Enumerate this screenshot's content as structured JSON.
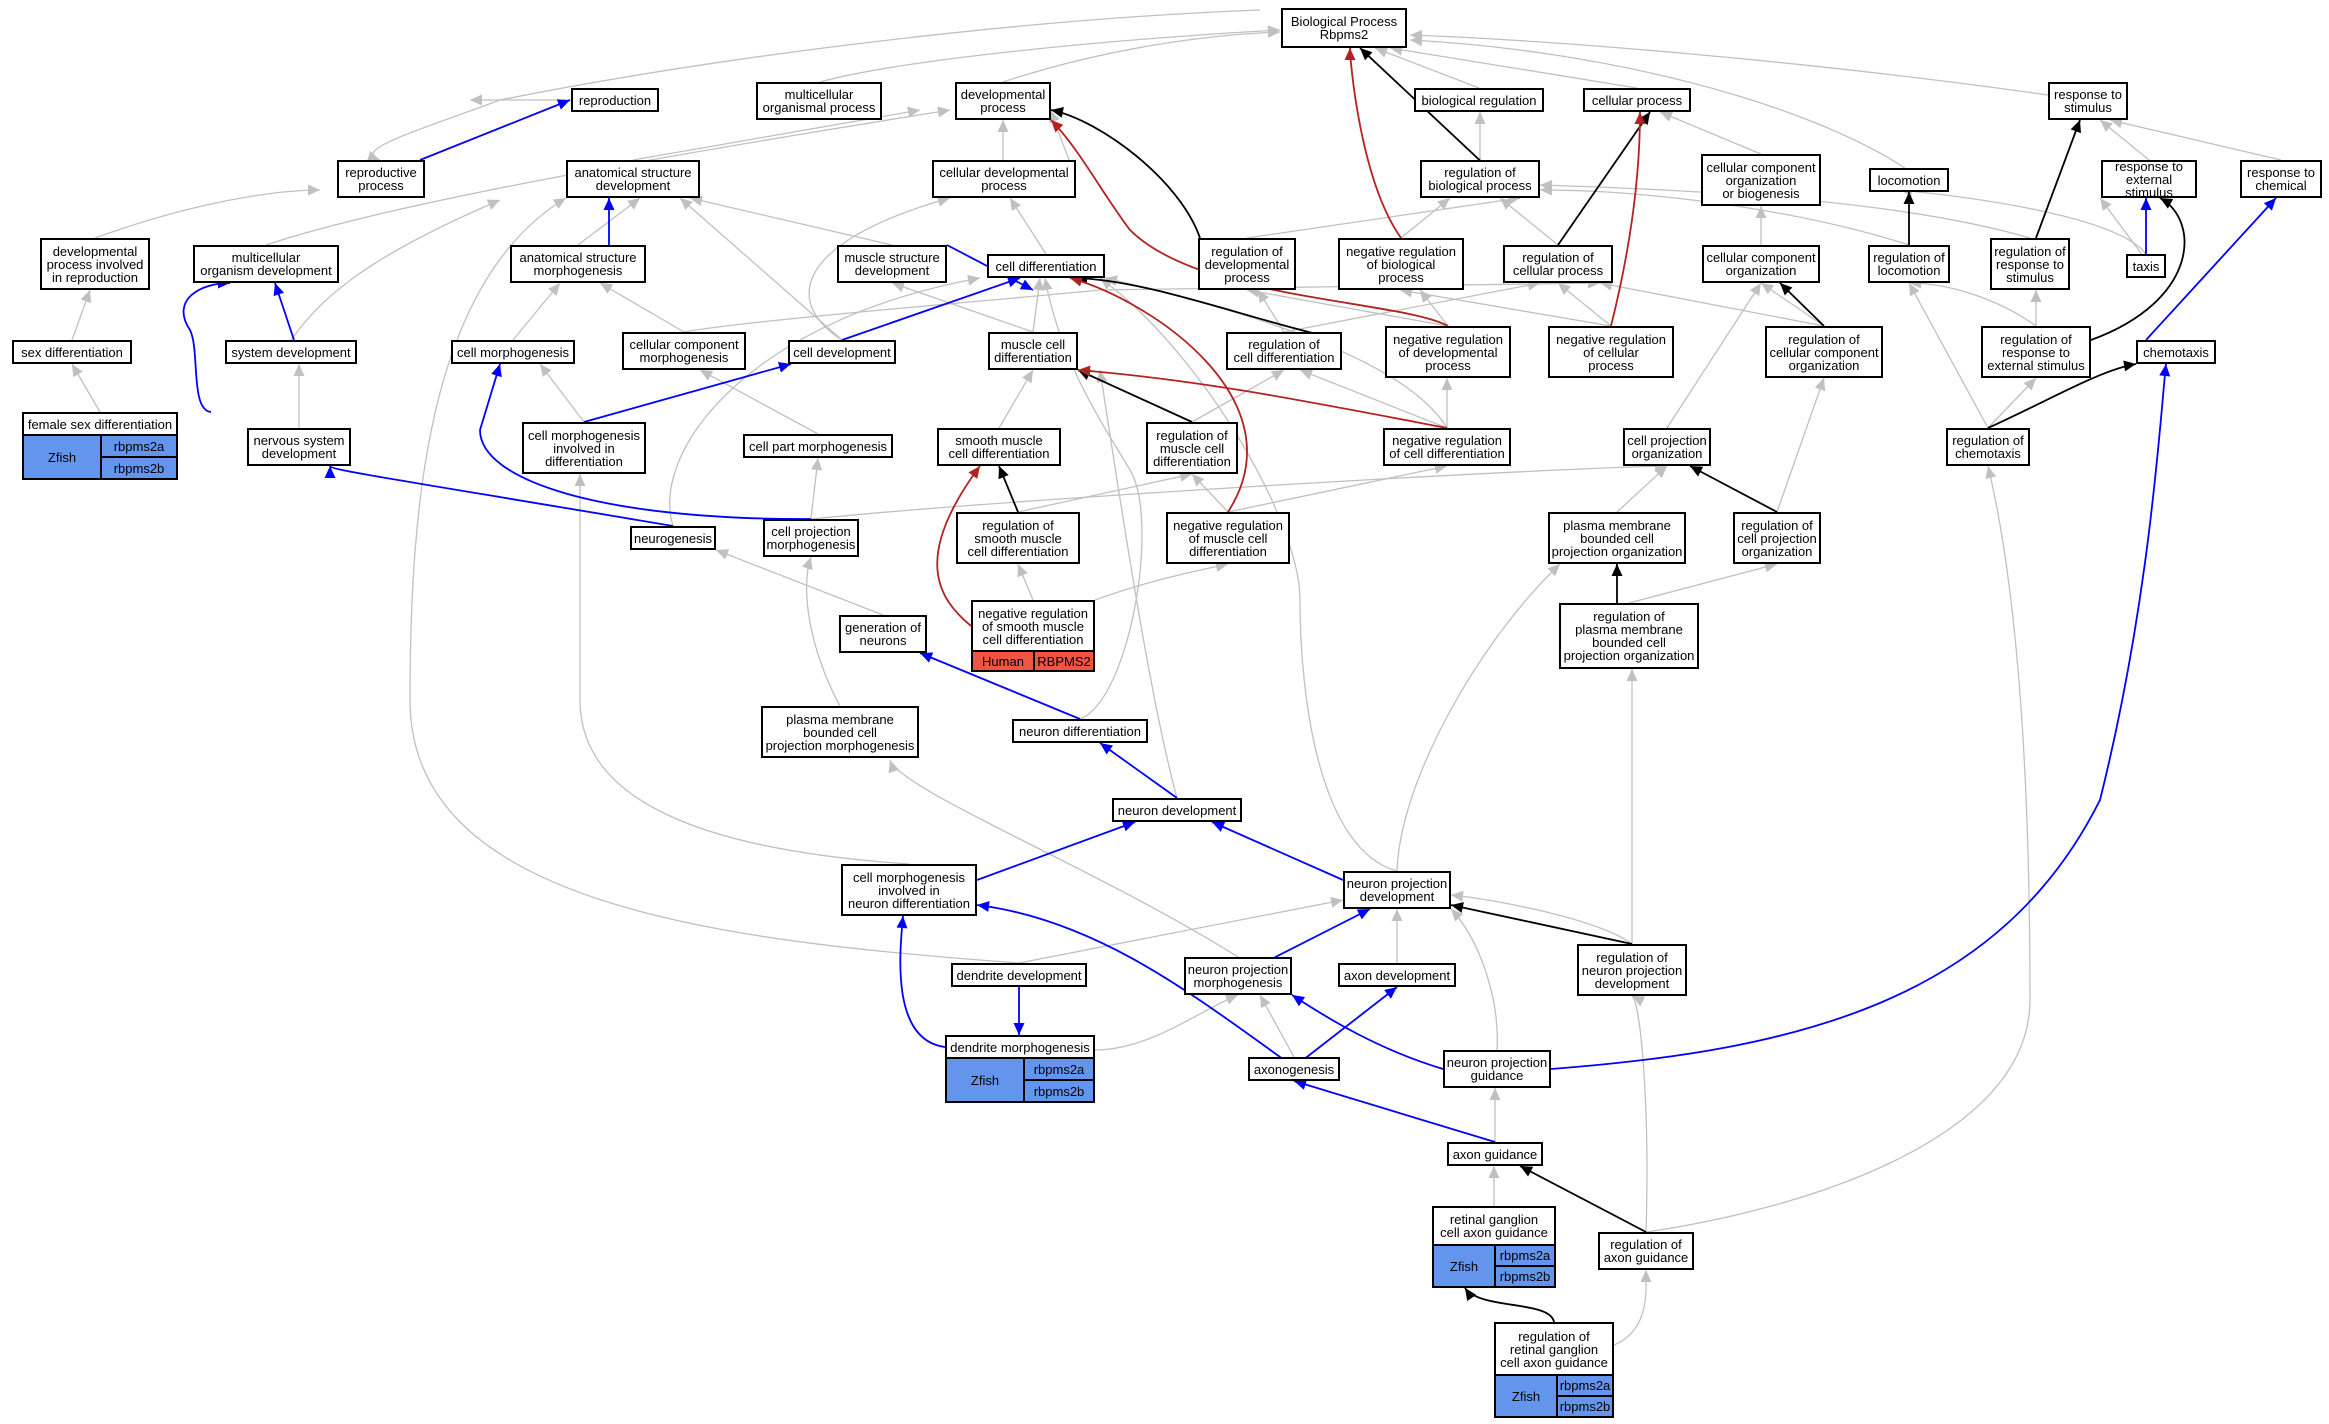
{
  "colors": {
    "gray": "#c0c0c0",
    "black": "#000000",
    "blue": "#0000ff",
    "red": "#b22222",
    "zfish": "#6495ed",
    "human": "#ee5544"
  },
  "nodes": {
    "bp": "Biological Process\nRbpms2",
    "reproduction": "reproduction",
    "multicellular_organismal_process": "multicellular\norganismal process",
    "developmental_process": "developmental\nprocess",
    "biological_regulation": "biological regulation",
    "cellular_process": "cellular process",
    "response_to_stimulus": "response to\nstimulus",
    "reproductive_process": "reproductive\nprocess",
    "anatomical_structure_development": "anatomical structure\ndevelopment",
    "cellular_developmental_process": "cellular developmental\nprocess",
    "regulation_of_biological_process": "regulation of\nbiological process",
    "ccob": "cellular component\norganization\nor biogenesis",
    "locomotion": "locomotion",
    "response_to_external_stimulus": "response to\nexternal stimulus",
    "response_to_chemical": "response to\nchemical",
    "dev_process_reproduction": "developmental\nprocess involved\nin reproduction",
    "multicellular_organism_development": "multicellular\norganism development",
    "anatomical_structure_morphogenesis": "anatomical structure\nmorphogenesis",
    "muscle_structure_development": "muscle structure\ndevelopment",
    "cell_differentiation": "cell differentiation",
    "regulation_of_developmental_process": "regulation of\ndevelopmental\nprocess",
    "negative_regulation_of_biological_process": "negative regulation\nof biological\nprocess",
    "regulation_of_cellular_process": "regulation of\ncellular process",
    "cellular_component_organization": "cellular component\norganization",
    "regulation_of_locomotion": "regulation of\nlocomotion",
    "regulation_of_response_to_stimulus": "regulation of\nresponse to\nstimulus",
    "taxis": "taxis",
    "sex_differentiation": "sex differentiation",
    "system_development": "system development",
    "cell_morphogenesis": "cell morphogenesis",
    "cellular_component_morphogenesis": "cellular component\nmorphogenesis",
    "cell_development": "cell development",
    "muscle_cell_differentiation": "muscle cell\ndifferentiation",
    "regulation_of_cell_differentiation": "regulation of\ncell differentiation",
    "negative_regulation_of_developmental_process": "negative regulation\nof developmental\nprocess",
    "negative_regulation_of_cellular_process": "negative regulation\nof cellular\nprocess",
    "regulation_of_cellular_component_organization": "regulation of\ncellular component\norganization",
    "regulation_of_response_to_external_stimulus": "regulation of\nresponse to\nexternal stimulus",
    "chemotaxis": "chemotaxis",
    "female_sex_differentiation": "female sex differentiation",
    "nervous_system_development": "nervous system\ndevelopment",
    "cell_morphogenesis_differentiation": "cell morphogenesis\ninvolved in\ndifferentiation",
    "cell_part_morphogenesis": "cell part morphogenesis",
    "smooth_muscle_cell_differentiation": "smooth muscle\ncell differentiation",
    "regulation_of_muscle_cell_differentiation": "regulation of\nmuscle cell\ndifferentiation",
    "negative_regulation_of_cell_differentiation": "negative regulation\nof cell differentiation",
    "cell_projection_organization": "cell projection\norganization",
    "regulation_of_chemotaxis": "regulation of\nchemotaxis",
    "neurogenesis": "neurogenesis",
    "cell_projection_morphogenesis": "cell projection\nmorphogenesis",
    "regulation_of_smooth_muscle_cell_differentiation": "regulation of\nsmooth muscle\ncell differentiation",
    "negative_regulation_of_muscle_cell_differentiation": "negative regulation\nof muscle cell\ndifferentiation",
    "plasma_membrane_bounded_cell_projection_organization": "plasma membrane\nbounded cell\nprojection organization",
    "regulation_of_cell_projection_organization": "regulation of\ncell projection\norganization",
    "negative_regulation_of_smooth_muscle_cell_differentiation": "negative regulation\nof smooth muscle\ncell differentiation",
    "generation_of_neurons": "generation of\nneurons",
    "regulation_of_pmbcpo": "regulation of\nplasma membrane\nbounded cell\nprojection organization",
    "pmbcp_morphogenesis": "plasma membrane\nbounded cell\nprojection morphogenesis",
    "neuron_differentiation": "neuron differentiation",
    "neuron_development": "neuron development",
    "cell_morphogenesis_neuron_differentiation": "cell morphogenesis\ninvolved in\nneuron differentiation",
    "neuron_projection_development": "neuron projection\ndevelopment",
    "dendrite_development": "dendrite development",
    "neuron_projection_morphogenesis": "neuron projection\nmorphogenesis",
    "axon_development": "axon development",
    "regulation_of_neuron_projection_development": "regulation of\nneuron projection\ndevelopment",
    "dendrite_morphogenesis": "dendrite morphogenesis",
    "axonogenesis": "axonogenesis",
    "neuron_projection_guidance": "neuron projection\nguidance",
    "axon_guidance": "axon guidance",
    "retinal_ganglion_cell_axon_guidance": "retinal ganglion\ncell axon guidance",
    "regulation_of_axon_guidance": "regulation of\naxon guidance",
    "regulation_of_rgcag": "regulation of\nretinal ganglion\ncell axon guidance"
  },
  "annotations": {
    "fsd": {
      "species": "Zfish",
      "genes": [
        "rbpms2a",
        "rbpms2b"
      ]
    },
    "nrsmcd": {
      "species": "Human",
      "genes": [
        "RBPMS2"
      ]
    },
    "dm": {
      "species": "Zfish",
      "genes": [
        "rbpms2a",
        "rbpms2b"
      ]
    },
    "rgcag": {
      "species": "Zfish",
      "genes": [
        "rbpms2a",
        "rbpms2b"
      ]
    },
    "rrgcag": {
      "species": "Zfish",
      "genes": [
        "rbpms2a",
        "rbpms2b"
      ]
    }
  }
}
